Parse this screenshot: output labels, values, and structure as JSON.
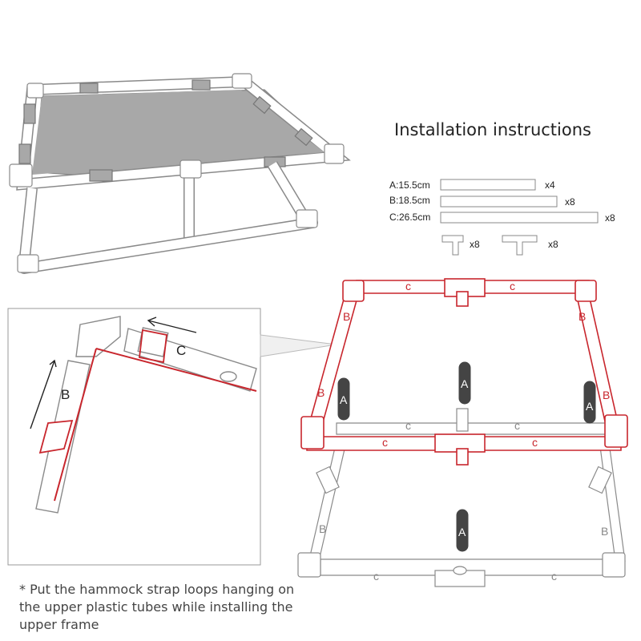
{
  "title": "Installation instructions",
  "parts": [
    {
      "label": "A:15.5cm",
      "qty": "x4"
    },
    {
      "label": "B:18.5cm",
      "qty": "x8"
    },
    {
      "label": "C:26.5cm",
      "qty": "x8"
    }
  ],
  "fittings": [
    {
      "name": "elbow-tee",
      "qty": "x8"
    },
    {
      "name": "tee",
      "qty": "x8"
    }
  ],
  "labels": {
    "a": "A",
    "b": "B",
    "c": "C",
    "c_small": "c"
  },
  "note": "* Put the hammock strap loops hanging on the upper plastic tubes while installing the upper frame",
  "colors": {
    "highlight": "#c8262d",
    "pipe_outline": "#8a8a8a",
    "fabric": "#a8a8a8",
    "leg": "#555555"
  }
}
